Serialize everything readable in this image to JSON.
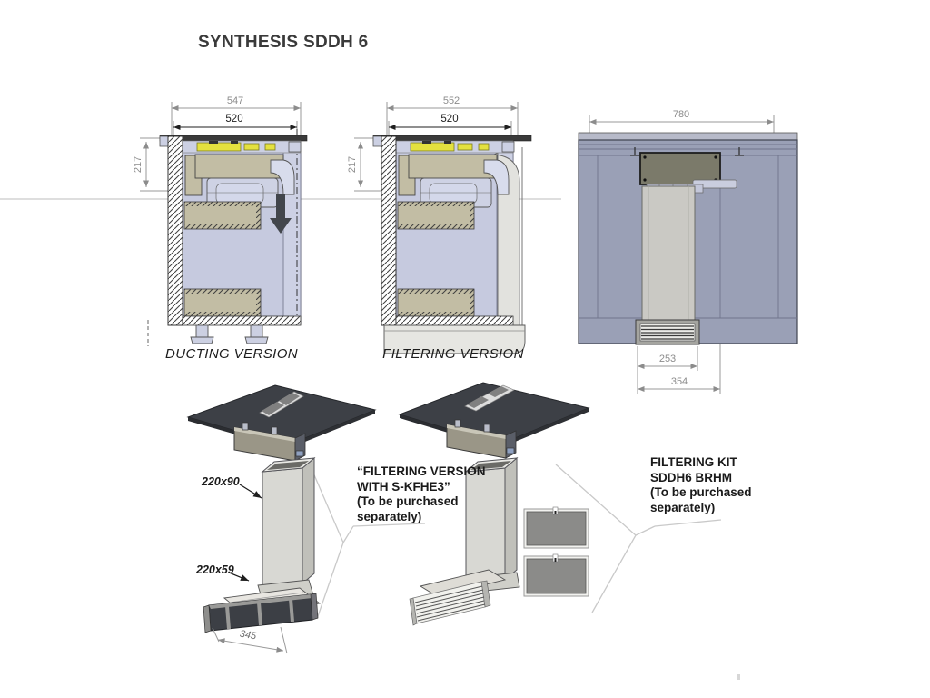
{
  "title": "SYNTHESIS SDDH 6",
  "ducting": {
    "label": "DUCTING VERSION",
    "dim_outer": "547",
    "dim_inner": "520",
    "dim_depth": "217"
  },
  "filtering": {
    "label": "FILTERING VERSION",
    "dim_outer": "552",
    "dim_inner": "520",
    "dim_depth": "217"
  },
  "rear": {
    "dim_width": "780",
    "dim_grille": "253",
    "dim_outlet": "354"
  },
  "kit3d": {
    "vertical_duct": "220x90",
    "flat_duct": "220x59",
    "grille_width": "345"
  },
  "notes": {
    "filtering_version": [
      "“FILTERING VERSION",
      "WITH S-KFHE3”",
      "(To be purchased",
      "separately)"
    ],
    "filtering_kit": [
      "FILTERING KIT",
      "SDDH6 BRHM",
      "(To be purchased",
      "separately)"
    ]
  },
  "colors": {
    "cabinet_body": "#c6cadf",
    "tan": "#c2bda4",
    "yellow": "#e4e13f",
    "panel": "#9aa0b6",
    "duct": "#cac9c4",
    "dim_gray": "#8c8c8c",
    "dim_black": "#1f1f1f",
    "line": "#4a4e5a"
  }
}
